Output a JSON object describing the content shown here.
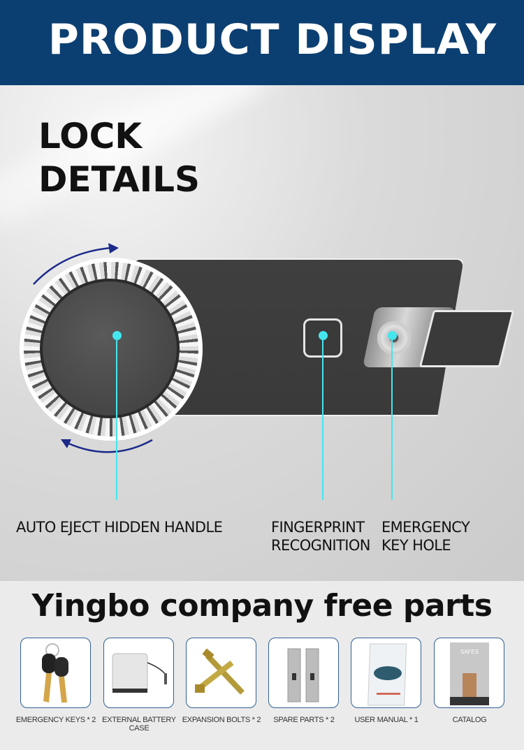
{
  "header": {
    "title": "PRODUCT DISPLAY",
    "background": "#0c3f71"
  },
  "hero": {
    "title_line1": "LOCK",
    "title_line2": "DETAILS",
    "callout_color": "#44e6ee",
    "arrow_color": "#1c2a8a",
    "features": [
      {
        "label": "AUTO EJECT HIDDEN HANDLE"
      },
      {
        "label_line1": "FINGERPRINT",
        "label_line2": "RECOGNITION"
      },
      {
        "label_line1": "EMERGENCY",
        "label_line2": "KEY HOLE"
      }
    ]
  },
  "parts": {
    "title": "Yingbo company free parts",
    "card_border": "#2f5f93",
    "items": [
      {
        "label": "EMERGENCY KEYS * 2",
        "icon": "keys-icon"
      },
      {
        "label": "EXTERNAL BATTERY CASE",
        "icon": "battery-case-icon"
      },
      {
        "label": "EXPANSION BOLTS * 2",
        "icon": "bolts-icon"
      },
      {
        "label": "SPARE PARTS * 2",
        "icon": "spare-parts-icon"
      },
      {
        "label": "USER MANUAL * 1",
        "icon": "manual-icon"
      },
      {
        "label": "CATALOG",
        "icon": "catalog-icon"
      }
    ]
  }
}
